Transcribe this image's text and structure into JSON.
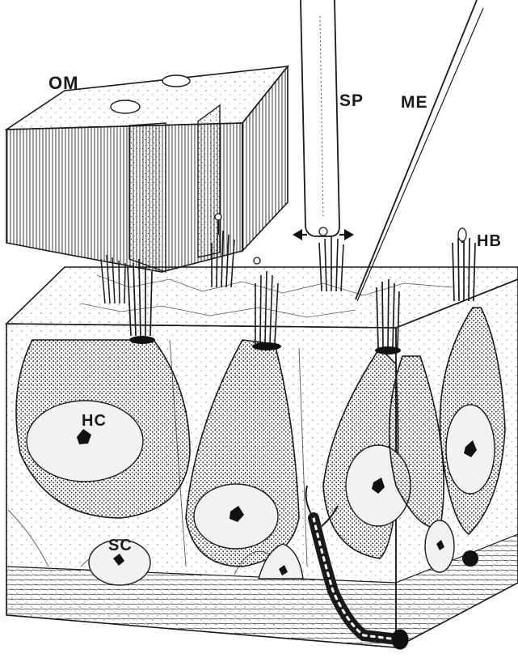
{
  "figure": {
    "labels": {
      "om": "OM",
      "sp": "SP",
      "me": "ME",
      "hb": "HB",
      "hc": "HC",
      "sc": "SC"
    }
  },
  "colors": {
    "ink": "#1a1a1a",
    "paper": "#ffffff",
    "cytoplasm_fill": "#f2f2f2"
  }
}
